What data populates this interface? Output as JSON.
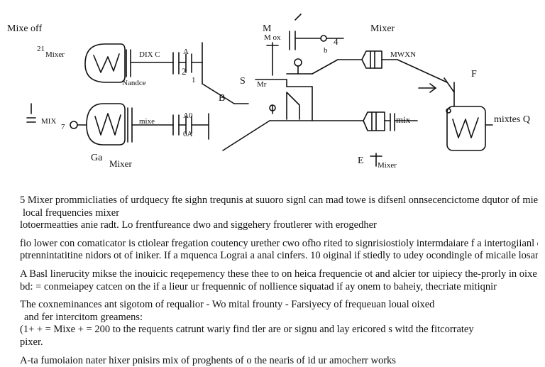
{
  "diagram": {
    "labels": {
      "top_left": "Mixe off",
      "mixer_left_top_num": "21",
      "mixer_left_top": "Mixer",
      "dix_c": "DIX C",
      "a_label": "A",
      "num_2": "2",
      "num_1": "1",
      "nandce": "Nandce",
      "top_m": "M",
      "top_max": "M ox",
      "top_b": "b",
      "top_4": "4",
      "mixer_right_title": "Mixer",
      "mwxn": "MWXN",
      "f_label": "F",
      "b_label": "B",
      "s_label": "S",
      "mr_label": "Mr",
      "mix_left_mid": "MIX",
      "eq_7": "7",
      "mixe_mid": "mixe",
      "a0_mid": "A0",
      "a0_sub": "0A",
      "mix_right_mid": "mix",
      "mixtes_q": "mixtes Q",
      "ga": "Ga",
      "mixer_bottom": "Mixer",
      "e_label": "E",
      "bottom_small": "Mixer"
    }
  },
  "text": {
    "lines": [
      "5 Mixer prommicliaties of urdquecy fte sighn trequnis at suuoro signl can mad towe is difsenl onnsecencictome dqutor of mier",
      "local frequencies mixer",
      "lotoermeatties anie radt. Lo frentfureance dwo and siggehery froutlerer with erogedher",
      "fio lower con comaticator is ctiolear fregation coutency urether cwo ofho rited to signrisiostioly intermdaiare f a intertogiianl of",
      "ptrennintatitine nidors ot of iniker. If a mquenca Lograi a anal cinfers. 10 oiginal if stiedly to udey ocondingle of micaile losar",
      "A Basl linerucity mikse the inouicic reqepemency these thee to on heica frequencie ot and alcier tor uipiecy the-prorly in oixe or",
      "bd: = conmeiapey catcen on the if a lieur ur frequennic of nollience siquatad if ay onem to baheiy, thecriate mitiqnir",
      "The coxneminances ant sigotom of requalior - Wo mital frounty - Farsiyecy of frequeuan loual oixed",
      "and fer intercitom greamens:",
      "(1+ + = Mixe + = 200 to the requents catrunt wariy find tler are or signu and lay ericored s witd the fitcorratey",
      "pixer.",
      "A-ta fumoiaion nater hixer pnisirs mix of proghents of o the nearis of id ur amocherr works"
    ]
  }
}
